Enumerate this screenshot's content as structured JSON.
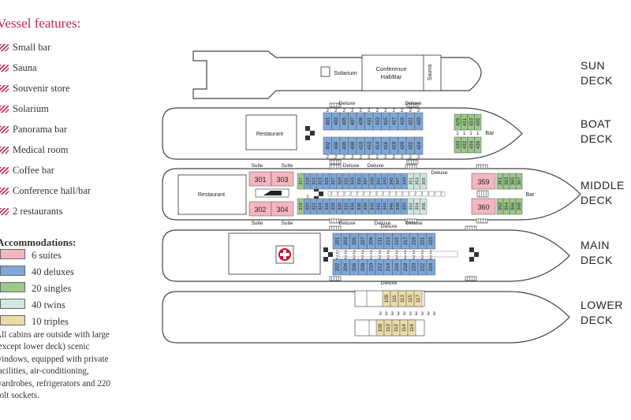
{
  "features": {
    "title": "Vessel features:",
    "items": [
      "Small bar",
      "Sauna",
      "Souvenir store",
      "Solarium",
      "Panorama bar",
      "Medical room",
      "Coffee bar",
      "Conference hall/bar",
      "2 restaurants"
    ]
  },
  "accommodations": {
    "title": "Accommodations:",
    "items": [
      {
        "label": "6 suites",
        "color": "#f4b6c0"
      },
      {
        "label": "40 deluxes",
        "color": "#7fa7d6"
      },
      {
        "label": "20 singles",
        "color": "#9cc88a"
      },
      {
        "label": "40 twins",
        "color": "#cfe7de"
      },
      {
        "label": "10 triples",
        "color": "#ecdcaa"
      }
    ],
    "note": "All cabins are outside with large (except lower deck) scenic windows, equipped with private facilities, air-conditioning, wardrobes, refrigerators and 220 volt sockets."
  },
  "colors": {
    "hatch": "#c0325f",
    "title": "#b4285a",
    "outline": "#444444",
    "deluxe": "#7fa7d6",
    "single": "#9cc88a",
    "twin": "#cfe7de",
    "triple": "#ecdcaa",
    "suite": "#f4b6c0"
  },
  "decks": {
    "sun": {
      "line1": "SUN",
      "line2": "DECK",
      "solarium": "Solarium",
      "conference": "Conference",
      "hall_bar": "Hall/Bar",
      "sauna": "Sauna"
    },
    "boat": {
      "line1": "BOAT",
      "line2": "DECK",
      "restaurant": "Restaurant",
      "bar": "Bar",
      "deluxe": "Deluxe",
      "top": [
        "401",
        "403",
        "405",
        "407",
        "409",
        "411",
        "413",
        "415",
        "417",
        "419",
        "421",
        "423"
      ],
      "bottom": [
        "402",
        "404",
        "406",
        "408",
        "410",
        "412",
        "414",
        "416",
        "418",
        "420",
        "422",
        "424"
      ],
      "singles_top": [
        "429",
        "431",
        "433",
        "435"
      ],
      "singles_bottom": [
        "430",
        "432",
        "434",
        "436"
      ]
    },
    "middle": {
      "line1": "MIDDLE",
      "line2": "DECK",
      "restaurant": "Restaurant",
      "bar": "Bar",
      "suite": "Suite",
      "deluxe": "Deluxe",
      "suites_top": [
        "301",
        "303"
      ],
      "suites_bottom": [
        "302",
        "304"
      ],
      "top": [
        "317",
        "319",
        "321",
        "323",
        "325",
        "327",
        "329",
        "331",
        "333",
        "335",
        "337",
        "339",
        "341",
        "343",
        "345",
        "347",
        "349",
        "351",
        "353",
        "355"
      ],
      "bottom": [
        "318",
        "320",
        "322",
        "324",
        "326",
        "328",
        "330",
        "332",
        "334",
        "336",
        "338",
        "340",
        "342",
        "344",
        "346",
        "348",
        "350",
        "352",
        "354",
        "356"
      ],
      "suite_right_top": "359",
      "suite_right_bottom": "360",
      "singles_top": [
        "361",
        "363",
        "365",
        "367"
      ],
      "singles_bottom": [
        "362",
        "364",
        "366",
        "368"
      ]
    },
    "main": {
      "line1": "MAIN",
      "line2": "DECK",
      "deluxe": "Deluxe",
      "top": [
        "201",
        "203",
        "205",
        "207",
        "209",
        "211",
        "213",
        "215",
        "217",
        "219",
        "221",
        "223"
      ],
      "bottom": [
        "202",
        "204",
        "206",
        "208",
        "210",
        "212",
        "214",
        "216",
        "218",
        "220",
        "222",
        "224"
      ]
    },
    "lower": {
      "line1": "LOWER",
      "line2": "DECK",
      "top": [
        "109",
        "111",
        "113",
        "115",
        "117"
      ],
      "bottom": [
        "108",
        "110",
        "112",
        "114",
        "116"
      ]
    }
  }
}
